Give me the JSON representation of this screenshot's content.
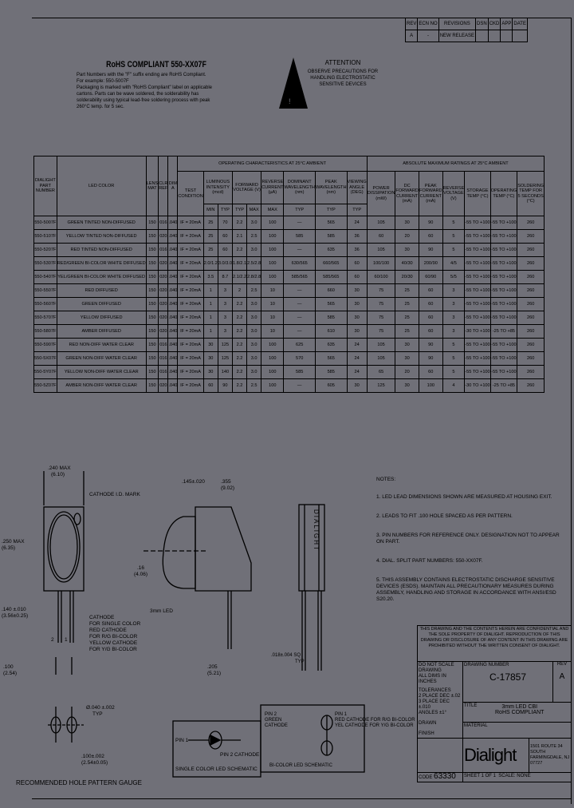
{
  "revision_block": {
    "headers": [
      "REV",
      "ECN NO",
      "REVISIONS",
      "DSN",
      "CKD",
      "APP",
      "DATE"
    ],
    "row": [
      "A",
      "-",
      "NEW RELEASE",
      "",
      "",
      "",
      ""
    ]
  },
  "rohs": {
    "title": "RoHS COMPLIANT 550-XX07F",
    "lines": [
      "Part Numbers with the \"F\" suffix ending are RoHS Compliant.",
      "For example: 550-5007F",
      "Packaging is marked with \"RoHS Compliant\" label on applicable",
      "cartons. Parts can be wave soldered, the solderability has",
      "solderability using typical lead-free soldering process with peak",
      "260°C temp. for 5 sec."
    ]
  },
  "attention": {
    "title": "ATTENTION",
    "lines": [
      "OBSERVE PRECAUTIONS FOR",
      "HANDLING ELECTROSTATIC",
      "SENSITIVE DEVICES"
    ]
  },
  "spec_table": {
    "group_operating": "OPERATING CHARACTERISTICS AT 25°C AMBIENT",
    "group_absolute": "ABSOLUTE MAXIMUM RATINGS AT 25°C AMBIENT",
    "headers": {
      "part": "DIALIGHT PART NUMBER",
      "color": "LED COLOR",
      "lens": "LENS MAT",
      "clr": "CLR REF",
      "dim": "DIM A",
      "test": "TEST CONDITION",
      "lum": "LUMINOUS INTENSITY (mcd)",
      "fwd": "FORWARD VOLTAGE (V)",
      "rev_cur": "REVERSE CURRENT (µA)",
      "dom": "DOMINANT WAVELENGTH (nm)",
      "peak": "PEAK WAVELENGTH (nm)",
      "view": "VIEWING ANGLE (DEG)",
      "power": "POWER DISSIPATION (mW)",
      "dcf": "DC FORWARD CURRENT (mA)",
      "pkf": "PEAK FORWARD CURRENT (mA)",
      "revv": "REVERSE VOLTAGE (V)",
      "stor": "STORAGE TEMP (°C)",
      "oper": "OPERATING TEMP (°C)",
      "sold": "SOLDERING TEMP FOR 5 SECONDS (°C)",
      "min": "MIN",
      "typ": "TYP",
      "max": "MAX"
    },
    "rows": [
      [
        "550-5007F",
        "GREEN TINTED NON-DIFFUSED",
        "150",
        "016",
        ".040",
        "IF = 20mA",
        "25",
        "70",
        "2.2",
        "3.0",
        "100",
        "—",
        "565",
        "24",
        "105",
        "30",
        "90",
        "5",
        "-55 TO +100",
        "-55 TO +100",
        "260"
      ],
      [
        "550-5107F",
        "YELLOW TINTED NON-DIFFUSED",
        "150",
        "020",
        ".040",
        "IF = 20mA",
        "25",
        "60",
        "2.1",
        "2.5",
        "100",
        "585",
        "585",
        "36",
        "60",
        "20",
        "60",
        "5",
        "-55 TO +100",
        "-55 TO +100",
        "260"
      ],
      [
        "550-5207F",
        "RED TINTED NON-DIFFUSED",
        "150",
        "016",
        ".040",
        "IF = 20mA",
        "25",
        "60",
        "2.2",
        "3.0",
        "100",
        "—",
        "635",
        "36",
        "105",
        "30",
        "90",
        "5",
        "-55 TO +100",
        "-55 TO +100",
        "260"
      ],
      [
        "550-5307F",
        "RED/GREEN BI-COLOR WHITE DIFFUSED",
        "150",
        "020",
        ".040",
        "IF = 20mA",
        "2.0/1.2",
        "3.0/3.0",
        "1.8/2.1",
        "2.5/2.8",
        "100",
        "630/565",
        "660/565",
        "60",
        "100/100",
        "40/30",
        "200/90",
        "4/5",
        "-55 TO +100",
        "-55 TO +100",
        "260"
      ],
      [
        "550-5407F",
        "YEL/GREEN BI-COLOR WHITE DIFFUSED",
        "150",
        "020",
        ".040",
        "IF = 20mA",
        "3.5",
        "8.7",
        "2.1/2.2",
        "2.8/2.8",
        "100",
        "585/565",
        "585/565",
        "60",
        "60/100",
        "20/30",
        "60/90",
        "5/5",
        "-55 TO +100",
        "-55 TO +100",
        "260"
      ],
      [
        "550-5507F",
        "RED DIFFUSED",
        "150",
        "020",
        ".040",
        "IF = 20mA",
        "1",
        "3",
        "2",
        "2.5",
        "10",
        "—",
        "660",
        "30",
        "75",
        "25",
        "60",
        "3",
        "-55 TO +100",
        "-55 TO +100",
        "260"
      ],
      [
        "550-5607F",
        "GREEN DIFFUSED",
        "150",
        "020",
        ".040",
        "IF = 20mA",
        "1",
        "3",
        "2.2",
        "3.0",
        "10",
        "—",
        "565",
        "30",
        "75",
        "25",
        "60",
        "3",
        "-55 TO +100",
        "-55 TO +100",
        "260"
      ],
      [
        "550-5707F",
        "YELLOW DIFFUSED",
        "150",
        "020",
        ".040",
        "IF = 20mA",
        "1",
        "3",
        "2.2",
        "3.0",
        "10",
        "—",
        "585",
        "30",
        "75",
        "25",
        "60",
        "3",
        "-55 TO +100",
        "-55 TO +100",
        "260"
      ],
      [
        "550-5807F",
        "AMBER DIFFUSED",
        "150",
        "020",
        ".040",
        "IF = 20mA",
        "1",
        "3",
        "2.2",
        "3.0",
        "10",
        "—",
        "610",
        "30",
        "75",
        "25",
        "60",
        "3",
        "-30 TO +100",
        "-25 TO +85",
        "260"
      ],
      [
        "550-5907F",
        "RED NON-DIFF WATER CLEAR",
        "150",
        "016",
        ".040",
        "IF = 20mA",
        "30",
        "125",
        "2.2",
        "3.0",
        "100",
        "625",
        "635",
        "24",
        "105",
        "30",
        "90",
        "5",
        "-55 TO +100",
        "-55 TO +100",
        "260"
      ],
      [
        "550-5X07F",
        "GREEN NON-DIFF WATER CLEAR",
        "150",
        "016",
        ".040",
        "IF = 20mA",
        "30",
        "125",
        "2.2",
        "3.0",
        "100",
        "570",
        "565",
        "24",
        "105",
        "30",
        "90",
        "5",
        "-55 TO +100",
        "-55 TO +100",
        "260"
      ],
      [
        "550-5Y07F",
        "YELLOW NON-DIFF WATER CLEAR",
        "150",
        "016",
        ".040",
        "IF = 20mA",
        "30",
        "140",
        "2.2",
        "3.0",
        "100",
        "585",
        "585",
        "24",
        "65",
        "20",
        "60",
        "5",
        "-55 TO +100",
        "-55 TO +100",
        "260"
      ],
      [
        "550-5Z07F",
        "AMBER NON-DIFF WATER CLEAR",
        "150",
        "020",
        ".040",
        "IF = 20mA",
        "60",
        "90",
        "2.2",
        "2.5",
        "100",
        "—",
        "605",
        "30",
        "125",
        "30",
        "100",
        "4",
        "-30 TO +100",
        "-25 TO +85",
        "260"
      ]
    ]
  },
  "drawing": {
    "width_dim": ".240 MAX",
    "width_dim_mm": "(6.10)",
    "cathode_mark": "CATHODE I.D. MARK",
    "height_dim": ".250 MAX",
    "height_dim_mm": "(6.35)",
    "lead_dim": ".140 ±.010",
    "lead_dim_mm": "(3.56±0.25)",
    "pitch_dim": ".100",
    "pitch_dim_mm": "(2.54)",
    "cathode_note": [
      "CATHODE",
      "FOR SINGLE COLOR",
      "RED CATHODE",
      "FOR R/G BI-COLOR",
      "YELLOW CATHODE",
      "FOR Y/G BI-COLOR"
    ],
    "pin1": "1",
    "pin2": "2",
    "side_top_dim": ".355",
    "side_top_dim_mm": "(9.02)",
    "side_offset": ".145±.020",
    "side_center": ".16",
    "side_center_mm": "(4.06)",
    "led_label": "3mm LED",
    "lead_bottom_dim": ".205",
    "lead_bottom_dim_mm": "(5.21)",
    "lead_thick": ".018±.004 SQ",
    "lead_typ": "TYP",
    "brand": "DIALIGHT",
    "hole_dia": "Ø.040 ±.002",
    "hole_typ": "TYP",
    "hole_pitch": ".100±.002",
    "hole_pitch_mm": "(2.54±0.05)",
    "hole_title": "RECOMMENDED HOLE PATTERN GAUGE",
    "single_schem": {
      "pin1": "PIN 1",
      "pin2": "PIN 2 CATHODE",
      "title": "SINGLE COLOR LED SCHEMATIC"
    },
    "bi_schem": {
      "pin2": [
        "PIN 2",
        "GREEN",
        "CATHODE"
      ],
      "pin1": [
        "PIN 1",
        "RED CATHODE FOR R/G BI-COLOR",
        "YEL CATHODE FOR Y/G BI-COLOR"
      ],
      "title": "BI-COLOR LED SCHEMATIC"
    }
  },
  "notes": {
    "title": "NOTES:",
    "items": [
      "1. LED LEAD DIMENSIONS SHOWN ARE MEASURED AT HOUSING EXIT.",
      "2. LEADS TO FIT .100 HOLE SPACED AS PER PATTERN.",
      "3. PIN NUMBERS FOR REFERENCE ONLY. DESIGNATION NOT TO APPEAR ON PART.",
      "4. DIAL. SPLIT PART NUMBERS: 550-XX07F.",
      "5. THIS ASSEMBLY CONTAINS ELECTROSTATIC DISCHARGE SENSITIVE DEVICES (ESDS). MAINTAIN ALL PRECAUTIONARY MEASURES DURING ASSEMBLY, HANDLING AND STORAGE IN ACCORDANCE WITH ANSI/ESD S20.20."
    ]
  },
  "title_block": {
    "proprietary": "THIS DRAWING AND THE CONTENTS HEREIN ARE CONFIDENTIAL AND THE SOLE PROPERTY OF DIALIGHT. REPRODUCTION OF THIS DRAWING OR DISCLOSURE OF ANY CONTENT IN THIS DRAWING ARE PROHIBITED WITHOUT THE WRITTEN CONSENT OF DIALIGHT.",
    "scale": "DO NOT SCALE DRAWING",
    "units": "ALL DIMS IN INCHES",
    "tolerances_label": "TOLERANCES",
    "tol_lines": [
      "2 PLACE DEC ±.02",
      "3 PLACE DEC ±.010",
      "ANGLES ±1°"
    ],
    "drawn": "DRAWN",
    "finish": "FINISH",
    "dwg_label": "DRAWING NUMBER",
    "dwg_no": "C-17857",
    "rev_label": "REV",
    "rev": "A",
    "title_label": "TITLE",
    "title_lines": [
      "3mm LED CBI",
      "RoHS COMPLIANT"
    ],
    "material_label": "MATERIAL",
    "company": "Dialight",
    "address": "1501 ROUTE 34 SOUTH FARMINGDALE, NJ 07727",
    "code_label": "CODE",
    "code": "63330",
    "sheet": "SHEET 1 OF 1",
    "scale_label": "SCALE: NONE"
  }
}
